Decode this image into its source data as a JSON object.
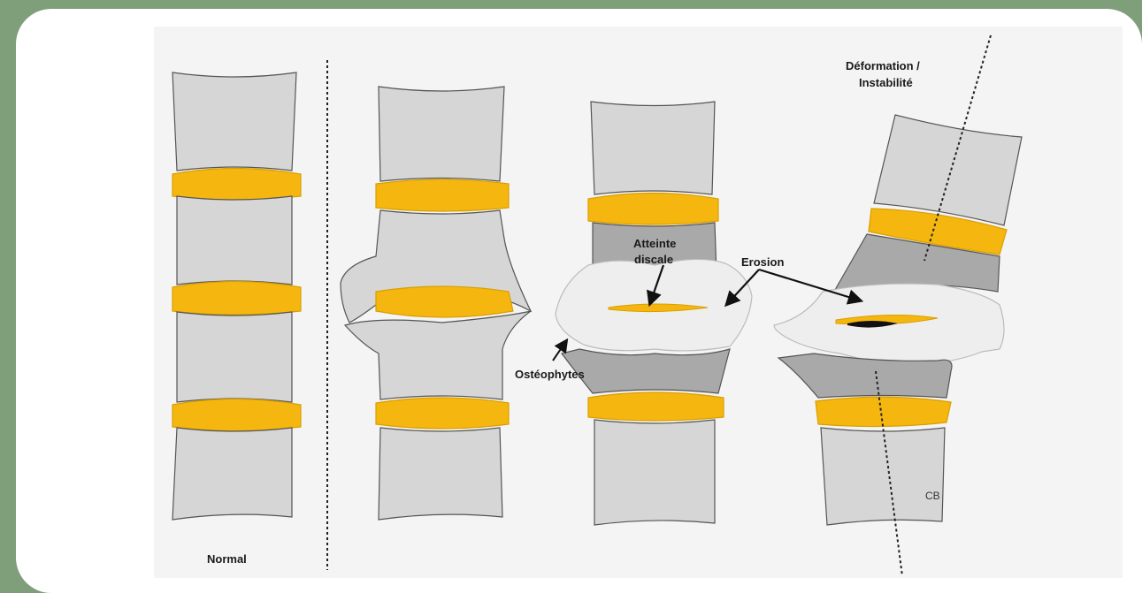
{
  "labels": {
    "normal": "Normal",
    "deformation_line1": "Déformation /",
    "deformation_line2": "Instabilité",
    "atteinte_line1": "Atteinte",
    "atteinte_line2": "discale",
    "erosion": "Erosion",
    "osteophytes": "Ostéophytes",
    "signature": "CB"
  },
  "colors": {
    "background": "#7f9e7a",
    "vertebra": "#d6d6d6",
    "vertebra_dark": "#a9a9a9",
    "disc": "#f5b70f",
    "erosion": "#eeeeee"
  }
}
